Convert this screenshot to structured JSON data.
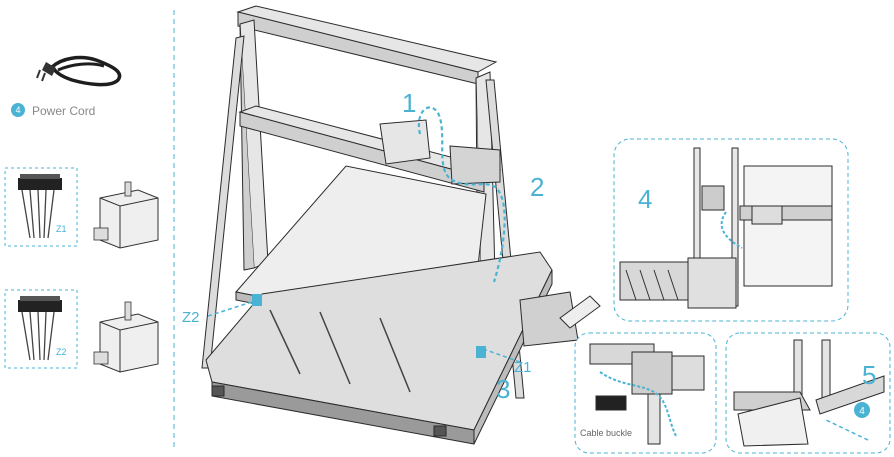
{
  "colors": {
    "accent": "#4ab3d4",
    "line": "#2b2b2b",
    "metal": "#d9d9d9"
  },
  "power_cord": {
    "number": "4",
    "label": "Power Cord"
  },
  "motor_z1": {
    "connector_label": "Z1"
  },
  "motor_z2": {
    "connector_label": "Z2"
  },
  "printer": {
    "step_1": "1",
    "step_2": "2",
    "step_3": "3",
    "label_z1": "Z1",
    "label_z2": "Z2"
  },
  "detail_top": {
    "step": "4"
  },
  "detail_cable": {
    "label": "Cable buckle"
  },
  "detail_psu": {
    "step": "5",
    "badge": "4"
  }
}
